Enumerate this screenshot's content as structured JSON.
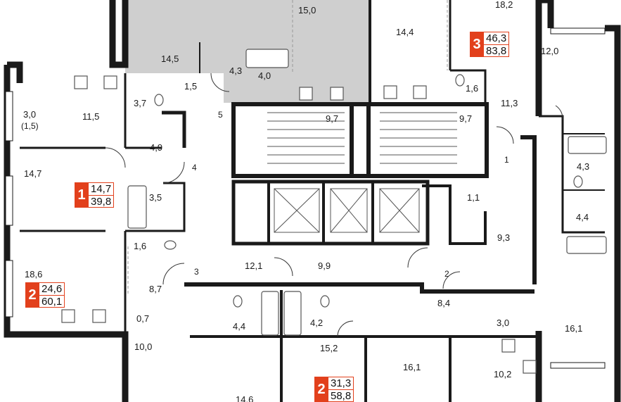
{
  "colors": {
    "wall": "#1a1a1a",
    "shaded": "#cfcfcf",
    "accent": "#e2401c",
    "fixture": "#666666"
  },
  "rooms": [
    {
      "text": "15,0"
    },
    {
      "text": "18,2"
    },
    {
      "text": "14,4"
    },
    {
      "text": "12,0"
    },
    {
      "text": "14,5"
    },
    {
      "text": "4,3"
    },
    {
      "text": "4,0"
    },
    {
      "text": "1,5"
    },
    {
      "text": "1,6"
    },
    {
      "text": "11,3"
    },
    {
      "text": "3,0"
    },
    {
      "text": "(1,5)"
    },
    {
      "text": "11,5"
    },
    {
      "text": "3,7"
    },
    {
      "text": "5"
    },
    {
      "text": "9,7"
    },
    {
      "text": "9,7"
    },
    {
      "text": "4,9"
    },
    {
      "text": "4"
    },
    {
      "text": "1"
    },
    {
      "text": "4,3"
    },
    {
      "text": "14,7"
    },
    {
      "text": "3,5"
    },
    {
      "text": "1,1"
    },
    {
      "text": "4,4"
    },
    {
      "text": "9,3"
    },
    {
      "text": "1,6"
    },
    {
      "text": "18,6"
    },
    {
      "text": "3"
    },
    {
      "text": "12,1"
    },
    {
      "text": "9,9"
    },
    {
      "text": "2"
    },
    {
      "text": "8,7"
    },
    {
      "text": "8,4"
    },
    {
      "text": "0,7"
    },
    {
      "text": "4,4"
    },
    {
      "text": "4,2"
    },
    {
      "text": "3,0"
    },
    {
      "text": "16,1"
    },
    {
      "text": "10,0"
    },
    {
      "text": "15,2"
    },
    {
      "text": "16,1"
    },
    {
      "text": "10,2"
    },
    {
      "text": "14,6"
    }
  ],
  "badges": [
    {
      "rooms": "3",
      "living": "46,3",
      "total": "83,8"
    },
    {
      "rooms": "1",
      "living": "14,7",
      "total": "39,8"
    },
    {
      "rooms": "2",
      "living": "24,6",
      "total": "60,1"
    },
    {
      "rooms": "2",
      "living": "31,3",
      "total": "58,8"
    }
  ]
}
